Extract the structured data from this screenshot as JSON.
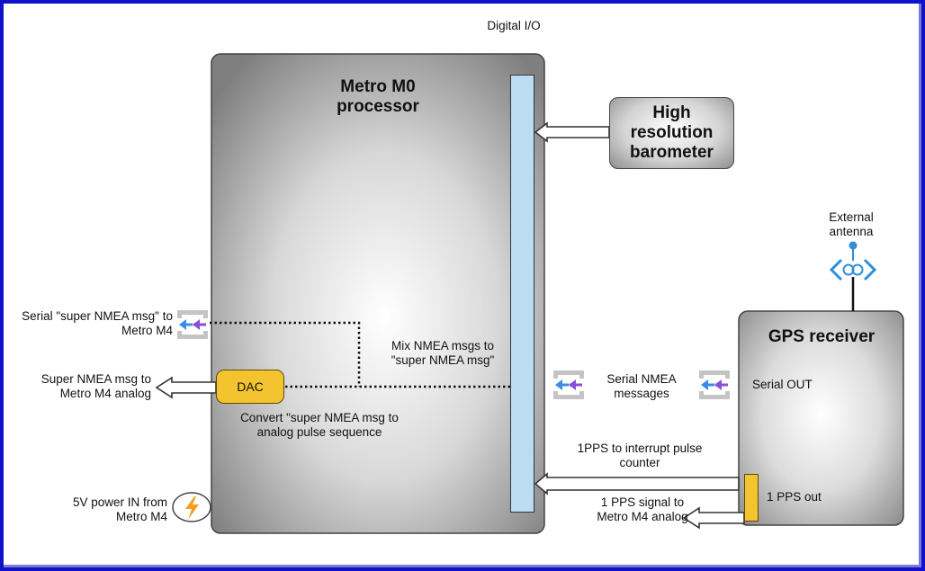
{
  "processor": {
    "title": "Metro M0 processor"
  },
  "digital_io": {
    "label": "Digital I/O"
  },
  "barometer": {
    "label": "High resolution barometer"
  },
  "gps": {
    "title": "GPS receiver",
    "serial_out": "Serial OUT",
    "pps_out": "1  PPS out"
  },
  "antenna": {
    "label": "External antenna"
  },
  "dac": {
    "label": "DAC"
  },
  "labels": {
    "serial_super_nmea": "Serial \"super NMEA msg\" to Metro M4",
    "super_nmea_analog": "Super NMEA msg to Metro M4 analog",
    "power_in": "5V power IN from Metro M4",
    "convert": "Convert \"super NMEA msg to analog pulse sequence",
    "mix": "Mix NMEA msgs to \"super NMEA msg\"",
    "serial_nmea_messages": "Serial NMEA messages",
    "pps_interrupt": "1PPS to interrupt pulse counter",
    "pps_signal": "1 PPS signal to Metro M4 analog"
  },
  "colors": {
    "frame": "#1111cc",
    "io_bar": "#bcdcf4",
    "dac_fill": "#f4c430",
    "serial_arrow_blue": "#3b8ee8",
    "serial_arrow_purple": "#8a4fd8",
    "antenna": "#2e8fd8",
    "power_bolt": "#f0a020"
  },
  "icons": [
    "serial-connector-icon",
    "antenna-icon",
    "lightning-bolt-icon"
  ]
}
